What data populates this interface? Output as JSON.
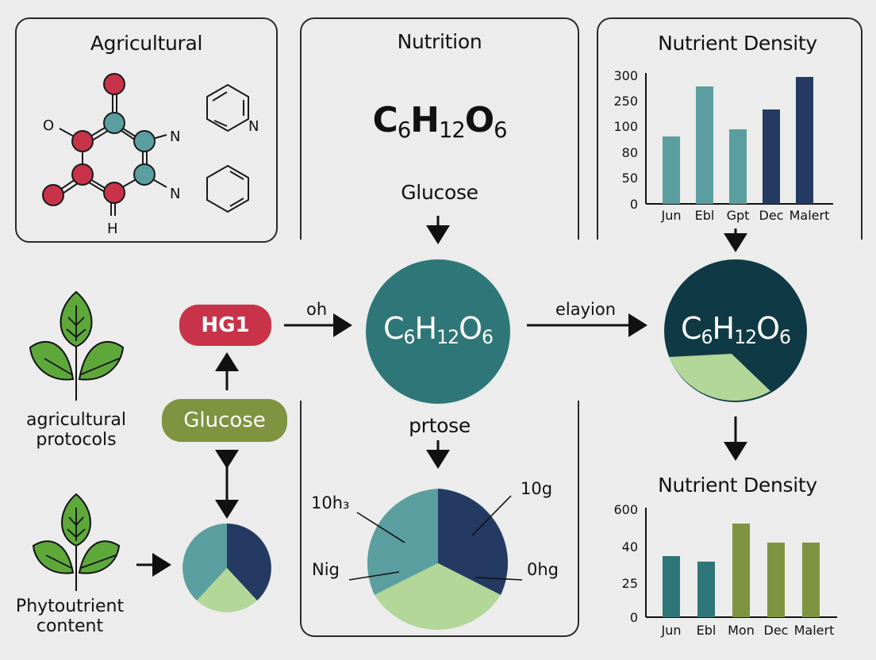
{
  "panels": {
    "agricultural": {
      "title": "Agricultural",
      "atom_labels": {
        "o": "O",
        "n1": "N",
        "n2": "N",
        "h": "H"
      },
      "pyridine_label": "N"
    },
    "nutrition": {
      "title": "Nutrition",
      "formula": {
        "c": "C",
        "c_n": "6",
        "h": "H",
        "h_n": "12",
        "o": "O",
        "o_n": "6"
      },
      "glucose_label": "Glucose",
      "prtose_label": "prtose"
    },
    "nutrient_density_top": {
      "title": "Nutrient Density"
    },
    "nutrient_density_bottom": {
      "title": "Nutrient Density"
    }
  },
  "flow": {
    "hg1_label": "HG1",
    "glucose_pill_label": "Glucose",
    "arrow_oh_label": "oh",
    "arrow_elayion_label": "elayion",
    "center_circle_formula": {
      "c": "C",
      "c_n": "6",
      "h": "H",
      "h_n": "12",
      "o": "O",
      "o_n": "6"
    },
    "right_circle_formula": {
      "c": "C",
      "c_n": "6",
      "h": "H",
      "h_n": "12",
      "o": "O",
      "o_n": "6"
    }
  },
  "left_items": {
    "plant1_label_line1": "agricultural",
    "plant1_label_line2": "protocols",
    "plant2_label_line1": "Phytoutrient",
    "plant2_label_line2": "content"
  },
  "pie_labels": {
    "top_left": "10h₃",
    "left": "Nig",
    "top_right": "10g",
    "right": "0hg"
  },
  "colors": {
    "red": "#c8334a",
    "olive": "#7f9340",
    "teal": "#2e7677",
    "dark_teal": "#0f3a45",
    "light_teal": "#5b9ea0",
    "navy": "#243a63",
    "light_green": "#b3d699",
    "leaf": "#5ea83a"
  },
  "chart_data": [
    {
      "type": "bar",
      "title": "Nutrient Density",
      "categories": [
        "Jun",
        "Ebl",
        "Gpt",
        "Dec",
        "Malert"
      ],
      "ytick_labels": [
        "0",
        "50",
        "80",
        "100",
        "250",
        "300"
      ],
      "values": [
        90,
        270,
        95,
        185,
        292
      ],
      "bar_colors": [
        "#5b9ea0",
        "#5b9ea0",
        "#5b9ea0",
        "#243a63",
        "#243a63"
      ],
      "xlabel": "",
      "ylabel": "",
      "ylim": [
        0,
        300
      ]
    },
    {
      "type": "bar",
      "title": "Nutrient Density",
      "categories": [
        "Jun",
        "Ebl",
        "Mon",
        "Dec",
        "Malert"
      ],
      "ytick_labels": [
        "0",
        "25",
        "40",
        "600"
      ],
      "values": [
        32,
        30,
        50,
        42,
        42
      ],
      "bar_colors": [
        "#2e7677",
        "#2e7677",
        "#7f9340",
        "#7f9340",
        "#7f9340"
      ],
      "xlabel": "",
      "ylabel": "",
      "ylim": [
        0,
        60
      ]
    },
    {
      "type": "pie",
      "title": "",
      "labels": [
        "10h₃",
        "10g",
        "0hg",
        "Nig"
      ],
      "values": [
        33,
        33,
        34
      ],
      "slice_colors": [
        "#5b9ea0",
        "#243a63",
        "#b3d699"
      ]
    }
  ]
}
